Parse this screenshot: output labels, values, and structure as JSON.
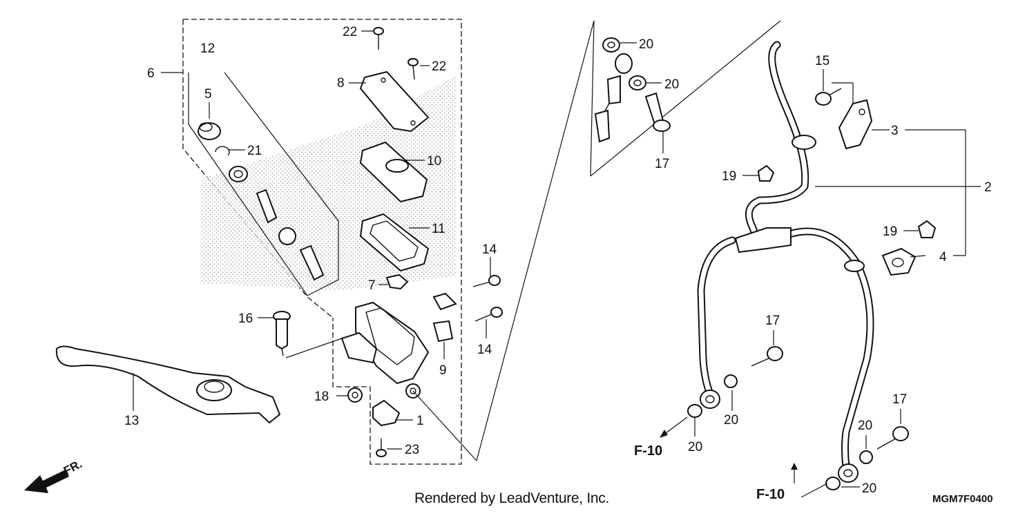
{
  "callouts": {
    "c1": "1",
    "c2": "2",
    "c3": "3",
    "c4": "4",
    "c5": "5",
    "c6": "6",
    "c7": "7",
    "c8": "8",
    "c9": "9",
    "c10": "10",
    "c11": "11",
    "c12": "12",
    "c13": "13",
    "c14a": "14",
    "c14b": "14",
    "c15": "15",
    "c16": "16",
    "c17a": "17",
    "c17b": "17",
    "c17c": "17",
    "c18": "18",
    "c19a": "19",
    "c19b": "19",
    "c20a": "20",
    "c20b": "20",
    "c20c": "20",
    "c20d": "20",
    "c20e": "20",
    "c20f": "20",
    "c21": "21",
    "c22a": "22",
    "c22b": "22",
    "c23": "23"
  },
  "references": {
    "f10a": "F-10",
    "f10b": "F-10"
  },
  "direction_label": "FR.",
  "credit": "Rendered by LeadVenture, Inc.",
  "diagram_code": "MGM7F0400",
  "colors": {
    "line": "#111111",
    "background": "#ffffff",
    "hatch": "#9a9a9a"
  }
}
